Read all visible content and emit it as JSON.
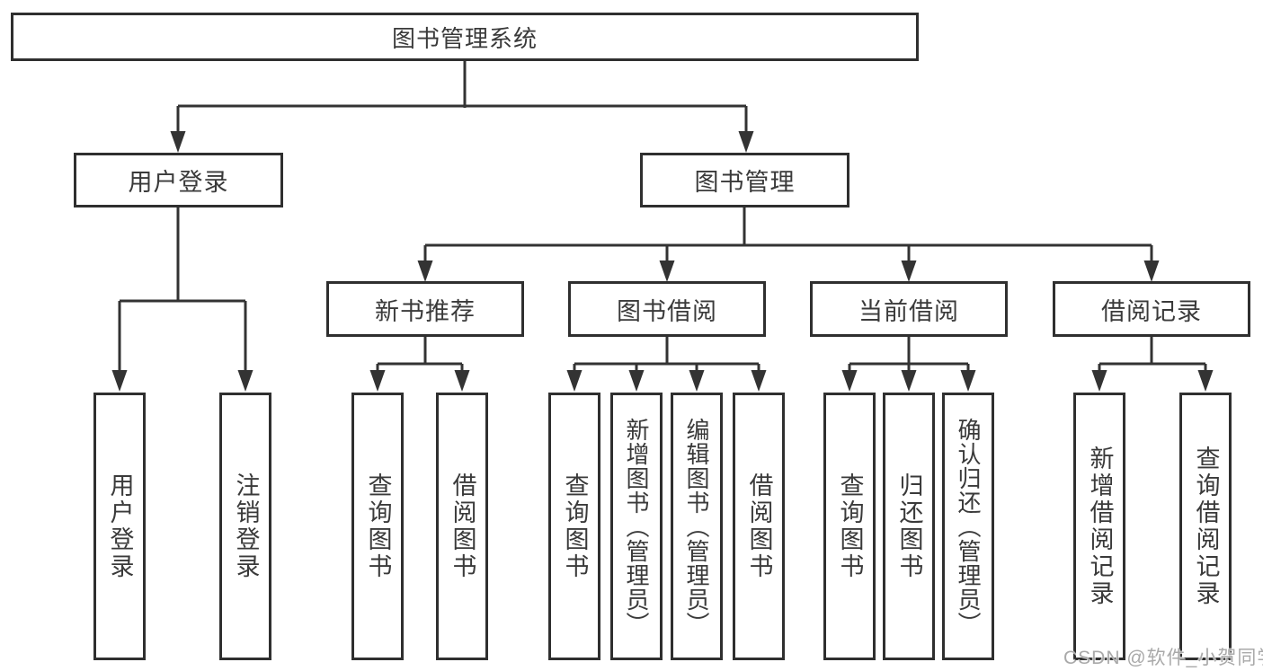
{
  "tree": {
    "root": {
      "label": "图书管理系统",
      "children": [
        {
          "label": "用户登录",
          "children": [
            {
              "label": "用户登录"
            },
            {
              "label": "注销登录"
            }
          ]
        },
        {
          "label": "图书管理",
          "children": [
            {
              "label": "新书推荐",
              "children": [
                {
                  "label": "查询图书"
                },
                {
                  "label": "借阅图书"
                }
              ]
            },
            {
              "label": "图书借阅",
              "children": [
                {
                  "label": "查询图书"
                },
                {
                  "label": "新增图书（管理员）"
                },
                {
                  "label": "编辑图书（管理员）"
                },
                {
                  "label": "借阅图书"
                }
              ]
            },
            {
              "label": "当前借阅",
              "children": [
                {
                  "label": "查询图书"
                },
                {
                  "label": "归还图书"
                },
                {
                  "label": "确认归还（管理员）"
                }
              ]
            },
            {
              "label": "借阅记录",
              "children": [
                {
                  "label": "新增借阅记录"
                },
                {
                  "label": "查询借阅记录"
                }
              ]
            }
          ]
        }
      ]
    }
  },
  "watermark": {
    "text": "CSDN @软件_小贺同学"
  },
  "colors": {
    "line": "#333333",
    "border": "#2f2f2f",
    "text": "#3a3a3a",
    "watermark": "#a9a9a9",
    "background": "#ffffff"
  }
}
